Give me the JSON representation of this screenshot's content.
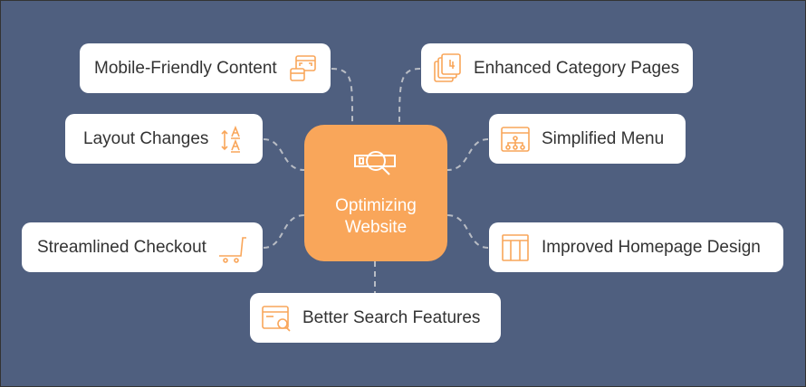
{
  "center": {
    "line1": "Optimizing",
    "line2": "Website",
    "icon": "search-browser-icon"
  },
  "nodes": [
    {
      "label": "Mobile-Friendly Content",
      "icon": "responsive-windows-icon"
    },
    {
      "label": "Enhanced Category Pages",
      "icon": "pages-stack-icon"
    },
    {
      "label": "Layout Changes",
      "icon": "text-resize-icon"
    },
    {
      "label": "Simplified Menu",
      "icon": "sitemap-browser-icon"
    },
    {
      "label": "Streamlined Checkout",
      "icon": "cart-icon"
    },
    {
      "label": "Improved Homepage Design",
      "icon": "layout-grid-icon"
    },
    {
      "label": "Better Search Features",
      "icon": "browser-search-icon"
    }
  ],
  "colors": {
    "background": "#4f5f7f",
    "accent": "#f9a65a"
  }
}
